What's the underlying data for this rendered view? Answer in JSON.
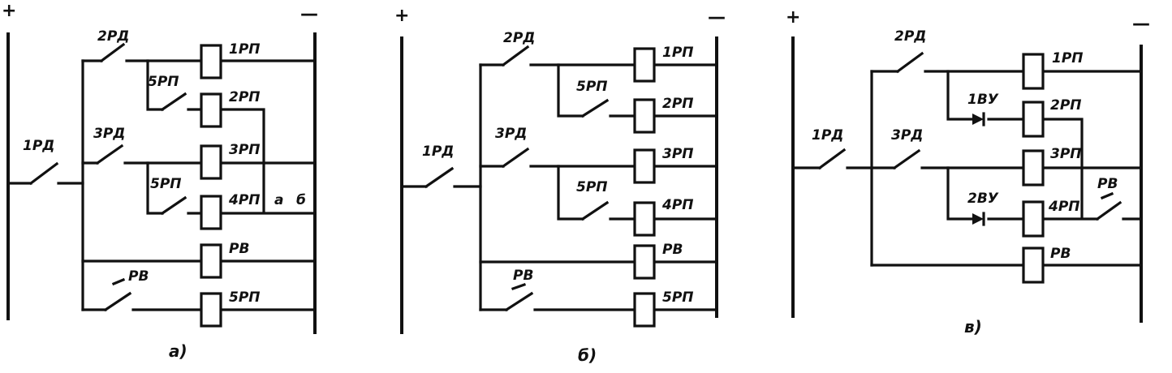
{
  "signs": {
    "plus": "+",
    "minus": "—"
  },
  "diagram_a": {
    "caption": "а)",
    "contacts": {
      "c1": "1РД",
      "c2": "2РД",
      "c3": "3РД",
      "c4": "5РП",
      "c5": "5РП",
      "c6": "РВ"
    },
    "coils": [
      "1РП",
      "2РП",
      "3РП",
      "4РП",
      "РВ",
      "5РП"
    ],
    "points": {
      "a": "а",
      "b": "б"
    }
  },
  "diagram_b": {
    "caption": "б)",
    "contacts": {
      "c1": "1РД",
      "c2": "2РД",
      "c3": "3РД",
      "c4": "5РП",
      "c5": "5РП",
      "c6": "РВ"
    },
    "coils": [
      "1РП",
      "2РП",
      "3РП",
      "4РП",
      "РВ",
      "5РП"
    ]
  },
  "diagram_c": {
    "caption": "в)",
    "contacts": {
      "c1": "1РД",
      "c2": "2РД",
      "c3": "3РД",
      "c4": "РВ"
    },
    "diodes": [
      "1ВУ",
      "2ВУ"
    ],
    "coils": [
      "1РП",
      "2РП",
      "3РП",
      "4РП",
      "РВ"
    ]
  }
}
